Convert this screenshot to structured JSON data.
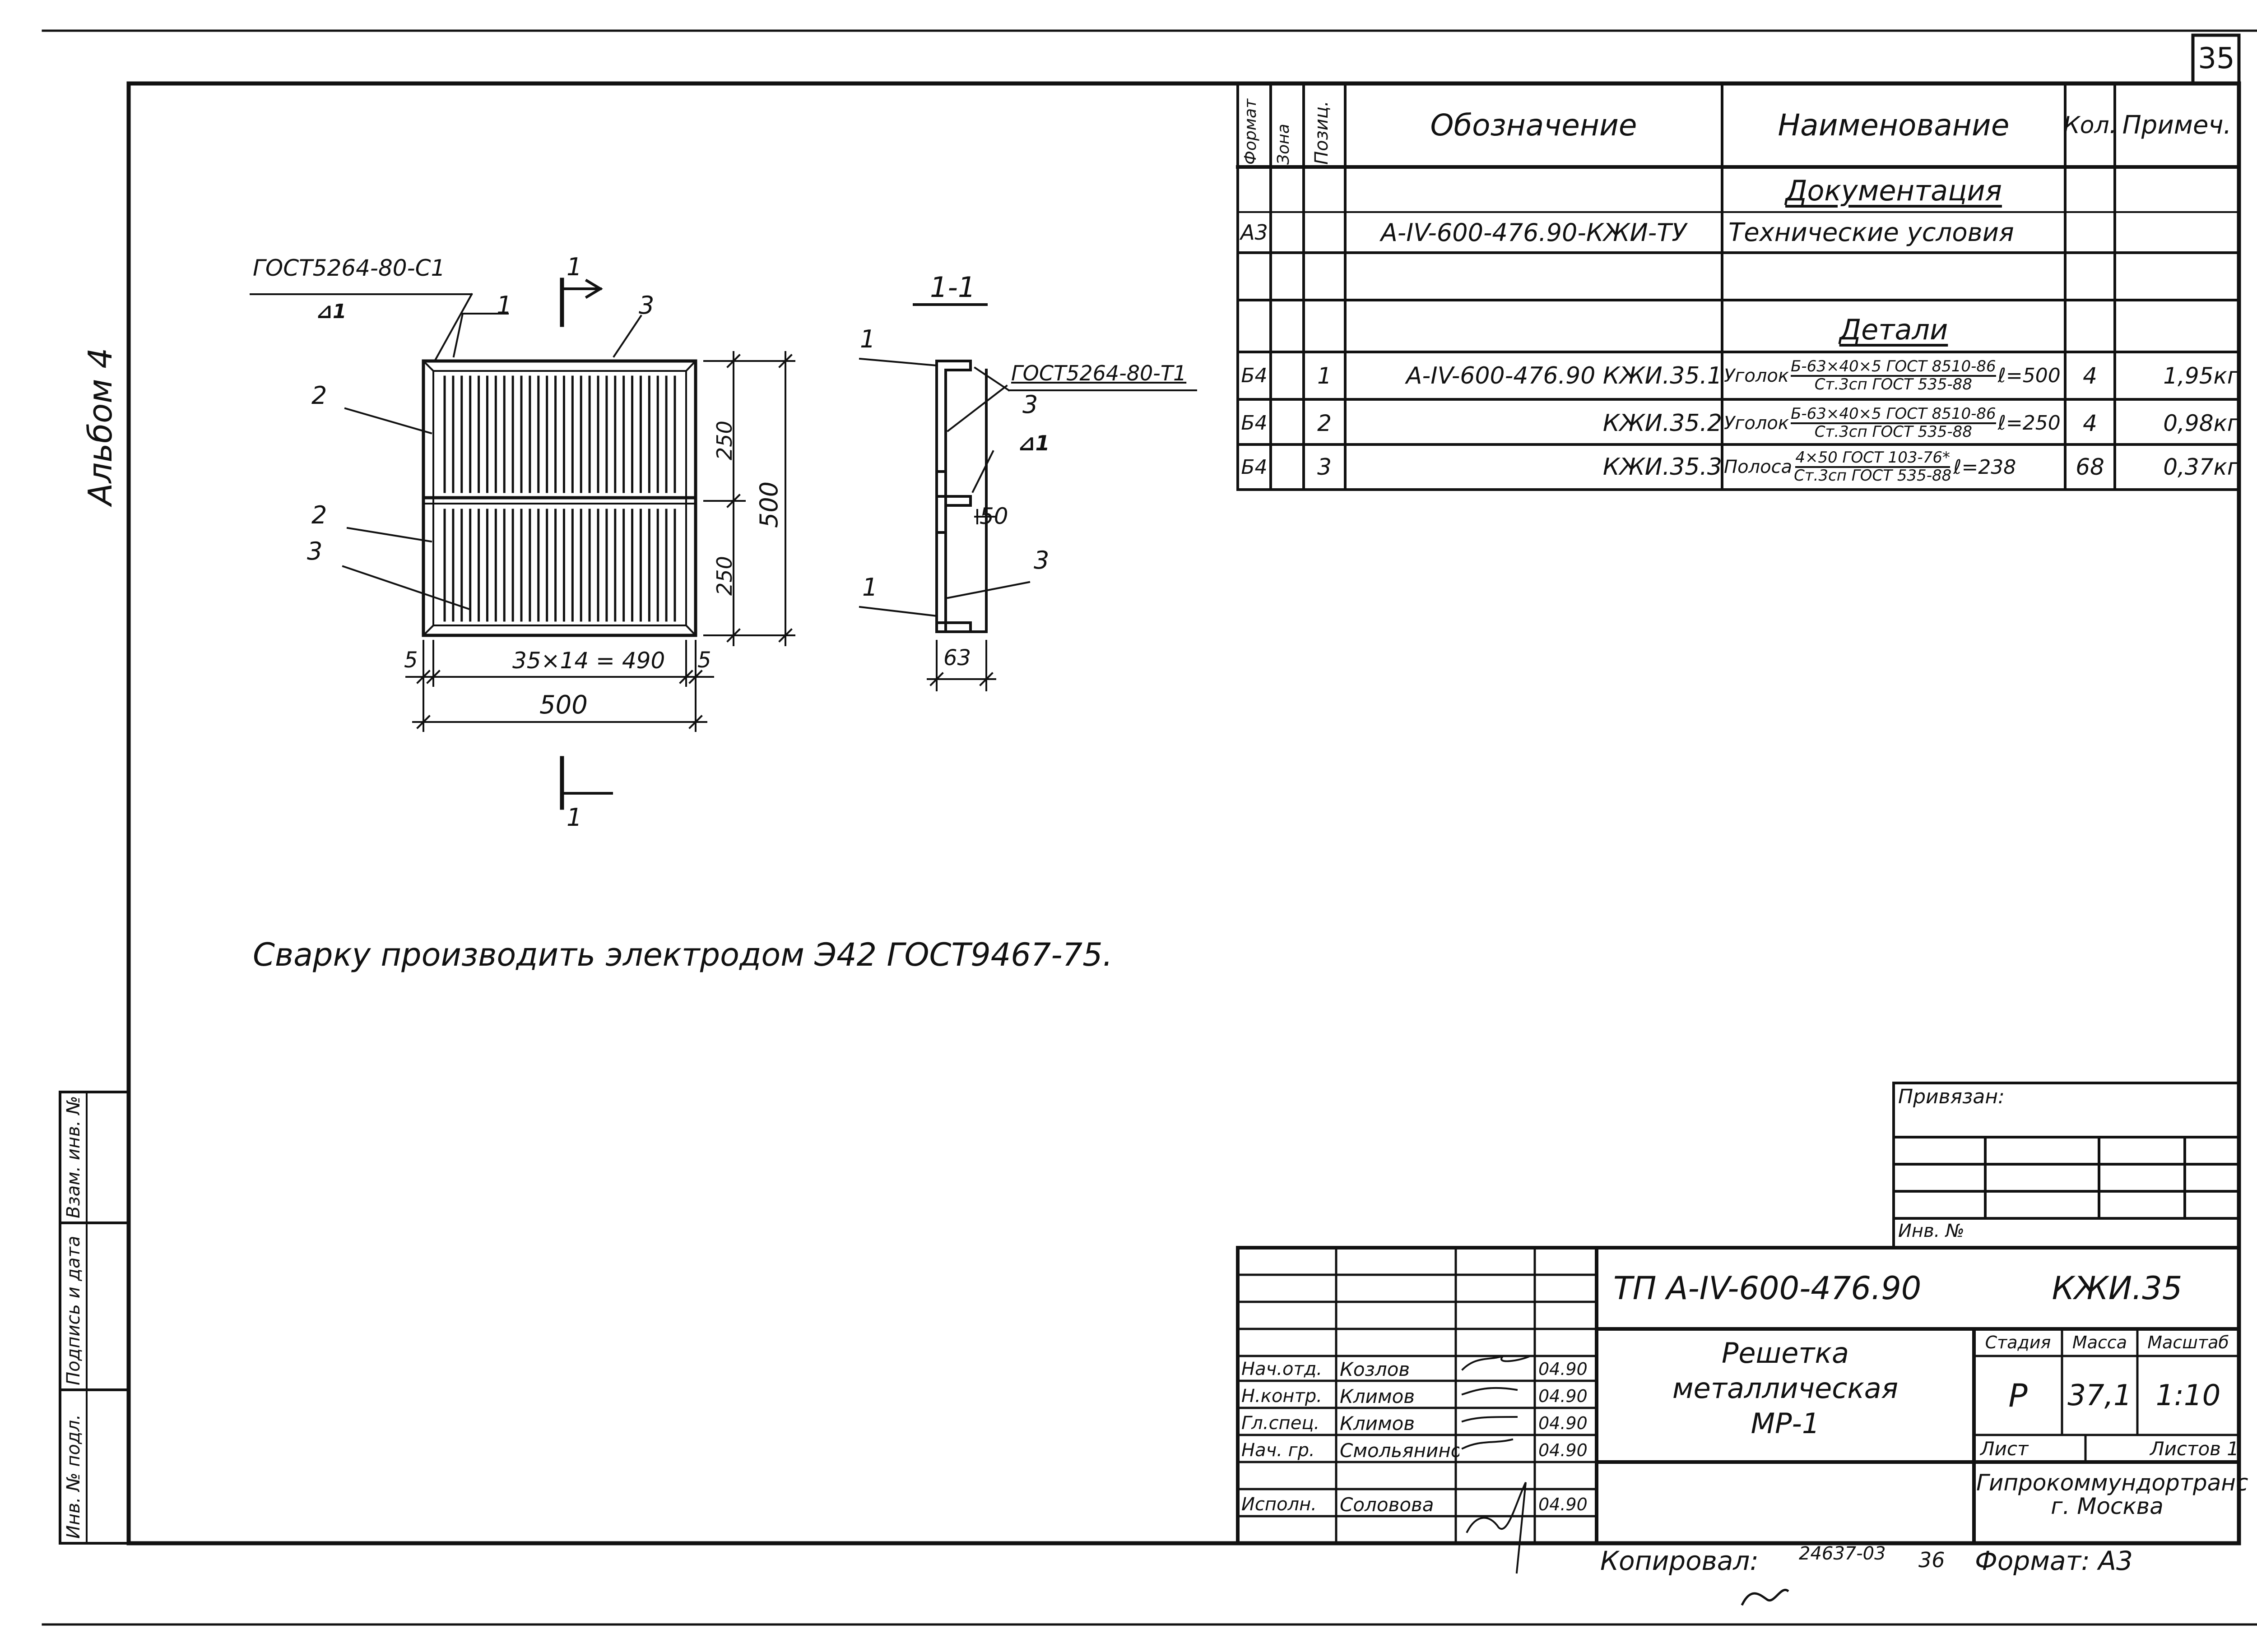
{
  "sheet_number": "35",
  "album_label": "Альбом 4",
  "spec_table": {
    "headers": {
      "format": "Формат",
      "zone": "Зона",
      "position": "Позиц.",
      "designation": "Обозначение",
      "name": "Наименование",
      "qty": "Кол.",
      "note": "Примеч."
    },
    "section_documentation": "Документация",
    "section_details": "Детали",
    "doc_row": {
      "format": "А3",
      "designation": "А-IV-600-476.90-КЖИ-ТУ",
      "name": "Технические условия"
    },
    "rows": [
      {
        "format": "Б4",
        "pos": "1",
        "designation": "А-IV-600-476.90    КЖИ.35.1",
        "name_prefix": "Уголок",
        "name_top": "Б-63×40×5 ГОСТ 8510-86",
        "name_bottom": "Ст.3сп ГОСТ 535-88",
        "length": "ℓ=500",
        "qty": "4",
        "note": "1,95кг"
      },
      {
        "format": "Б4",
        "pos": "2",
        "designation": "КЖИ.35.2",
        "name_prefix": "Уголок",
        "name_top": "Б-63×40×5 ГОСТ 8510-86",
        "name_bottom": "Ст.3сп ГОСТ 535-88",
        "length": "ℓ=250",
        "qty": "4",
        "note": "0,98кг"
      },
      {
        "format": "Б4",
        "pos": "3",
        "designation": "КЖИ.35.3",
        "name_prefix": "Полоса",
        "name_top": "4×50 ГОСТ 103-76*",
        "name_bottom": "Ст.3сп ГОСТ 535-88",
        "length": "ℓ=238",
        "qty": "68",
        "note": "0,37кг"
      }
    ]
  },
  "drawing": {
    "weld_top": "ГОСТ5264-80-С1",
    "weld_top_sub": "⊿1",
    "weld_side": "ГОСТ5264-80-Т1",
    "weld_side_sub": "⊿1",
    "section_mark": "1",
    "section_title": "1-1",
    "dims": {
      "d250a": "250",
      "d250b": "250",
      "d500v": "500",
      "d5l": "5",
      "d5r": "5",
      "dmid": "35×14 = 490",
      "d500h": "500",
      "d50": "50",
      "d63": "63"
    },
    "callouts": {
      "c1": "1",
      "c2": "2",
      "c3": "3",
      "s1": "1",
      "s3": "3"
    }
  },
  "note_text": "Сварку производить электродом Э42 ГОСТ9467-75.",
  "left_strip": {
    "inv_orig": "Инв. № подл.",
    "sign_date": "Подпись и дата",
    "swap_inv": "Взам. инв. №"
  },
  "tie_block": {
    "title": "Привязан:",
    "inv": "Инв. №"
  },
  "title_block": {
    "code": "ТП А-IV-600-476.90",
    "mark": "КЖИ.35",
    "name_lines": [
      "Решетка",
      "металлическая",
      "МР-1"
    ],
    "stage_label": "Стадия",
    "mass_label": "Масса",
    "scale_label": "Масштаб",
    "stage": "Р",
    "mass": "37,1",
    "scale": "1:10",
    "sheet_label": "Лист",
    "sheets_label": "Листов 1",
    "org": "Гипрокоммундортранс",
    "city": "г. Москва",
    "staff": [
      {
        "role": "Нач.отд.",
        "name": "Козлов",
        "date": "04.90"
      },
      {
        "role": "Н.контр.",
        "name": "Климов",
        "date": "04.90"
      },
      {
        "role": "Гл.спец.",
        "name": "Климов",
        "date": "04.90"
      },
      {
        "role": "Нач. гр.",
        "name": "Смольянинова",
        "date": "04.90"
      },
      {
        "role": "Исполн.",
        "name": "Соловова",
        "date": "04.90"
      }
    ]
  },
  "footer": {
    "copied": "Копировал:",
    "copy_no": "24637-03",
    "copy_n2": "36",
    "format": "Формат: А3"
  }
}
